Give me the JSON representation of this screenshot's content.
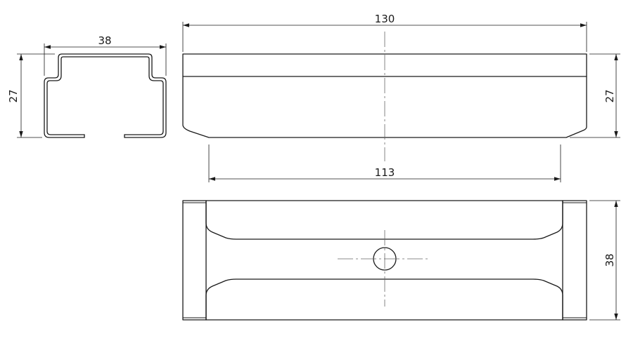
{
  "dimensions": {
    "profile_width": "38",
    "profile_height": "27",
    "side_length": "130",
    "side_bottom_length": "113",
    "side_height": "27",
    "top_width": "38"
  }
}
